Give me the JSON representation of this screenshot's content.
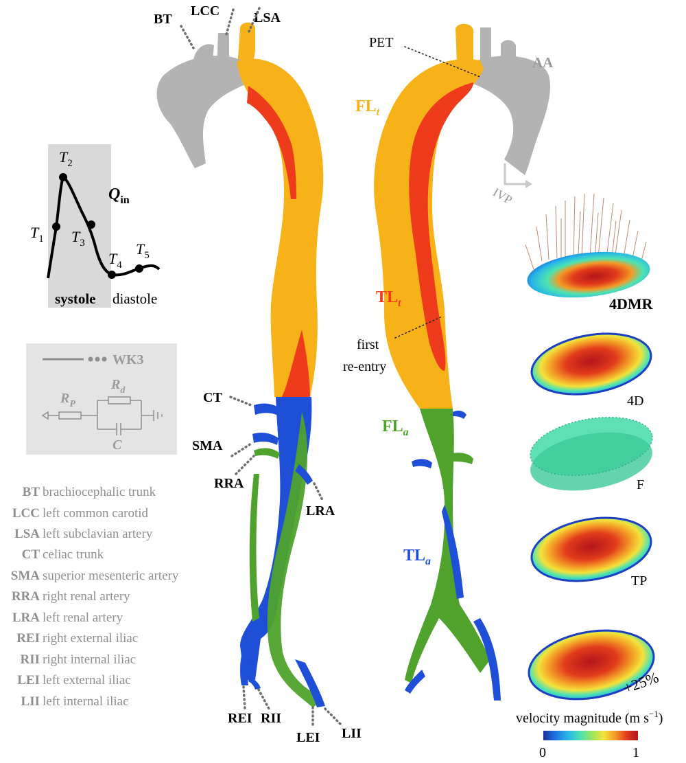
{
  "colors": {
    "ascending_aorta": "#b3b3b3",
    "false_lumen_thoracic": "#f7b21a",
    "true_lumen_thoracic": "#ee3b1c",
    "false_lumen_abdominal": "#4fa32d",
    "true_lumen_abdominal": "#1f4fd6",
    "legend_gray": "#8f8f8f"
  },
  "top_labels": {
    "bt": "BT",
    "lcc": "LCC",
    "lsa": "LSA",
    "pet": "PET",
    "aa": "AA",
    "ivp": "IVP"
  },
  "region_labels": {
    "fl_t": "FL",
    "fl_t_sub": "t",
    "tl_t": "TL",
    "tl_t_sub": "t",
    "fl_a": "FL",
    "fl_a_sub": "a",
    "tl_a": "TL",
    "tl_a_sub": "a",
    "first_reentry_1": "first",
    "first_reentry_2": "re-entry"
  },
  "branch_labels": {
    "ct": "CT",
    "sma": "SMA",
    "rra": "RRA",
    "lra": "LRA",
    "rei": "REI",
    "rii": "RII",
    "lei": "LEI",
    "lii": "LII"
  },
  "inflow_waveform": {
    "title": "Q",
    "title_sub": "in",
    "points": [
      {
        "name": "T",
        "sub": "1"
      },
      {
        "name": "T",
        "sub": "2"
      },
      {
        "name": "T",
        "sub": "3"
      },
      {
        "name": "T",
        "sub": "4"
      },
      {
        "name": "T",
        "sub": "5"
      }
    ],
    "systole_label": "systole",
    "diastole_label": "diastole"
  },
  "windkessel": {
    "title": "WK3",
    "rp": "R",
    "rp_sub": "P",
    "rd": "R",
    "rd_sub": "d",
    "c": "C"
  },
  "legend": [
    {
      "abbr": "BT",
      "desc": "brachiocephalic trunk"
    },
    {
      "abbr": "LCC",
      "desc": "left common carotid"
    },
    {
      "abbr": "LSA",
      "desc": "left subclavian artery"
    },
    {
      "abbr": "CT",
      "desc": "celiac trunk"
    },
    {
      "abbr": "SMA",
      "desc": "superior mesenteric artery"
    },
    {
      "abbr": "RRA",
      "desc": "right renal artery"
    },
    {
      "abbr": "LRA",
      "desc": "left renal artery"
    },
    {
      "abbr": "REI",
      "desc": "right external iliac"
    },
    {
      "abbr": "RII",
      "desc": "right internal iliac"
    },
    {
      "abbr": "LEI",
      "desc": "left external iliac"
    },
    {
      "abbr": "LII",
      "desc": "left internal iliac"
    }
  ],
  "velocity_profiles": [
    {
      "label": "4DMR",
      "kind": "measured"
    },
    {
      "label": "4D",
      "kind": "spatial"
    },
    {
      "label": "F",
      "kind": "flat"
    },
    {
      "label": "TP",
      "kind": "spatial"
    },
    {
      "label": "+25%",
      "kind": "spatial"
    }
  ],
  "colorbar": {
    "label": "velocity magnitude (m s",
    "unit_exp": "−1",
    "label_close": ")",
    "min": "0",
    "max": "1",
    "stops": [
      "#1f2f9e",
      "#1d6fe0",
      "#27b7e6",
      "#4fe3b0",
      "#9fe65a",
      "#f3e33a",
      "#f39a26",
      "#e23a1c",
      "#b3151a"
    ]
  }
}
